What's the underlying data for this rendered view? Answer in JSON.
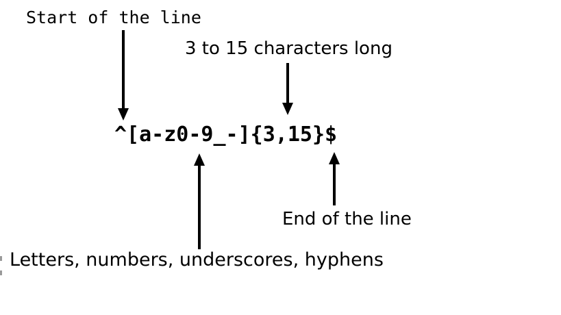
{
  "colors": {
    "background": "#ffffff",
    "foreground": "#000000"
  },
  "regex": {
    "pattern": "^[a-z0-9_-]{3,15}$"
  },
  "annotations": {
    "start_of_line": "Start of the line",
    "length": "3 to 15 characters long",
    "end_of_line": "End of the line",
    "character_set": "Letters, numbers, underscores, hyphens"
  }
}
